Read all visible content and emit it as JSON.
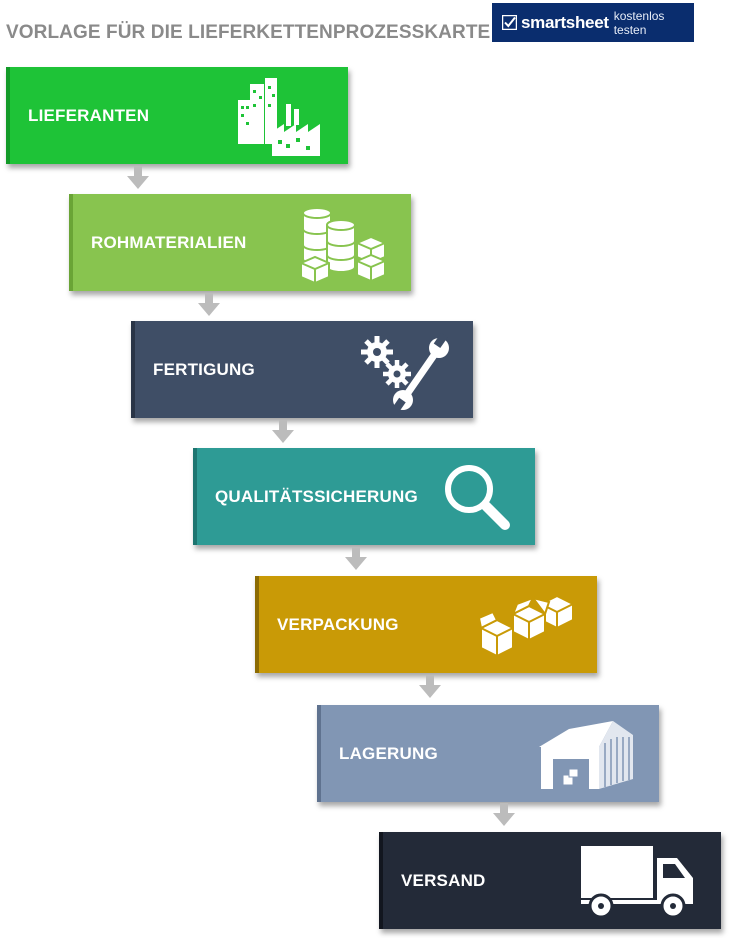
{
  "title": "VORLAGE FÜR DIE LIEFERKETTENPROZESSKARTE",
  "banner": {
    "brand": "smartsheet",
    "cta": "kostenlos testen",
    "color": "#0a2d6e"
  },
  "steps": [
    {
      "label": "LIEFERANTEN",
      "icon": "factory-buildings-icon",
      "color": "#1ec337",
      "accent": "#129a27"
    },
    {
      "label": "ROHMATERIALIEN",
      "icon": "barrels-and-boxes-icon",
      "color": "#88c44f",
      "accent": "#6aa436"
    },
    {
      "label": "FERTIGUNG",
      "icon": "gears-and-wrench-icon",
      "color": "#3f4e66",
      "accent": "#2a3547"
    },
    {
      "label": "QUALITÄTSSICHERUNG",
      "icon": "magnifier-icon",
      "color": "#2e9b95",
      "accent": "#1d7570"
    },
    {
      "label": "VERPACKUNG",
      "icon": "packages-icon",
      "color": "#c99a06",
      "accent": "#8c6b03"
    },
    {
      "label": "LAGERUNG",
      "icon": "warehouse-icon",
      "color": "#8196b4",
      "accent": "#5f728f"
    },
    {
      "label": "VERSAND",
      "icon": "delivery-truck-icon",
      "color": "#232a38",
      "accent": "#12161f"
    }
  ]
}
